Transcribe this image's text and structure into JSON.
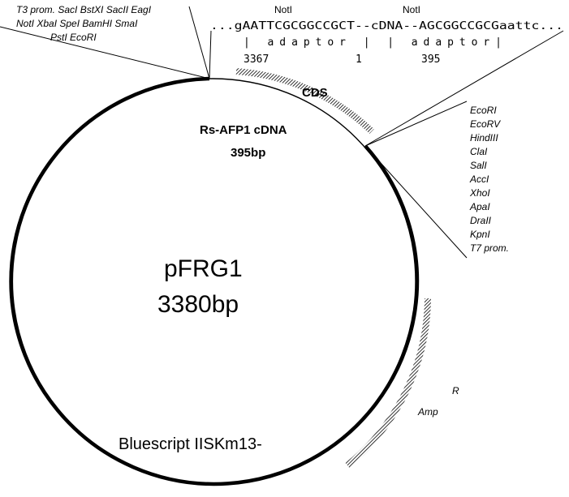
{
  "plasmid": {
    "name": "pFRG1",
    "size": "3380bp",
    "backbone": "Bluescript IISKm13-"
  },
  "insert": {
    "name": "Rs-AFP1 cDNA",
    "size": "395bp",
    "cds_label": "CDS"
  },
  "sequence": {
    "noti_left": "NotI",
    "noti_right": "NotI",
    "line": "...gAATTCGCGGCCGCT--cDNA--AGCGGCCGCGaattc...",
    "adaptor_line": "| adaptor     |       | adaptor|",
    "positions": [
      "3367",
      "1",
      "395"
    ]
  },
  "left_sites": [
    "T3 prom. SacI BstXI SacII EagI",
    "NotI XbaI SpeI BamHI SmaI",
    "PstI EcoRI"
  ],
  "right_sites": [
    "EcoRI",
    "EcoRV",
    "HindIII",
    "ClaI",
    "SalI",
    "AccI",
    "XhoI",
    "ApaI",
    "DraII",
    "KpnI",
    "T7 prom."
  ],
  "amp": {
    "label": "Amp",
    "superscript": "R"
  },
  "colors": {
    "line": "#000000",
    "background": "#ffffff"
  }
}
